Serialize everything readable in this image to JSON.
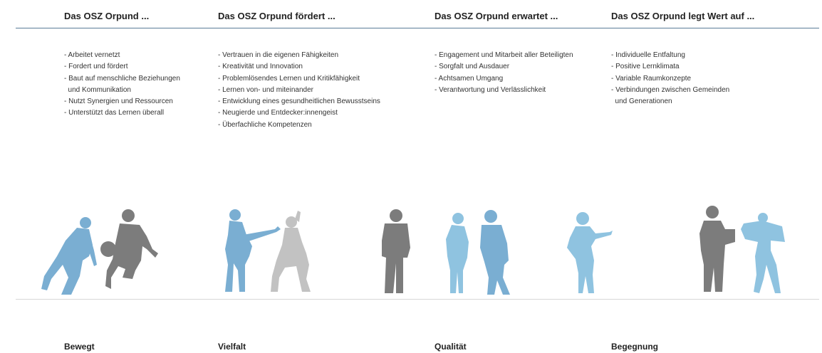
{
  "columns": [
    {
      "title": "Das OSZ Orpund ...",
      "items": [
        "- Arbeitet vernetzt",
        "- Fordert und fördert",
        "- Baut auf menschliche Beziehungen",
        "  und Kommunikation",
        "- Nutzt Synergien und Ressourcen",
        "- Unterstützt das Lernen überall"
      ],
      "footer": "Bewegt"
    },
    {
      "title": "Das OSZ Orpund fördert ...",
      "items": [
        "- Vertrauen in die eigenen Fähigkeiten",
        "- Kreativität und Innovation",
        "- Problemlösendes Lernen und Kritikfähigkeit",
        "- Lernen von- und miteinander",
        "- Entwicklung eines gesundheitlichen Bewusstseins",
        "- Neugierde und Entdecker:innengeist",
        "- Überfachliche Kompetenzen"
      ],
      "footer": "Vielfalt"
    },
    {
      "title": "Das OSZ Orpund erwartet ...",
      "items": [
        "- Engagement und Mitarbeit aller Beteiligten",
        "- Sorgfalt und Ausdauer",
        "- Achtsamen Umgang",
        "- Verantwortung und Verlässlichkeit"
      ],
      "footer": "Qualität"
    },
    {
      "title": "Das OSZ Orpund legt Wert auf ...",
      "items": [
        "- Individuelle Entfaltung",
        "- Positive Lernklimata",
        "- Variable Raumkonzepte",
        "- Verbindungen zwischen Gemeinden",
        "  und Generationen"
      ],
      "footer": "Begegnung"
    }
  ],
  "colors": {
    "accent_line": "#5b7d98",
    "silhouette_blue": "#7aaed2",
    "silhouette_light_blue": "#8fc3e0",
    "silhouette_dark_gray": "#7c7c7c",
    "silhouette_light_gray": "#c2c2c2"
  },
  "illustrations": [
    "basketball-players-silhouette",
    "guitar-player-and-dancer-silhouette",
    "standing-people-silhouette",
    "presenting-woman-silhouette",
    "people-reading-silhouette"
  ]
}
